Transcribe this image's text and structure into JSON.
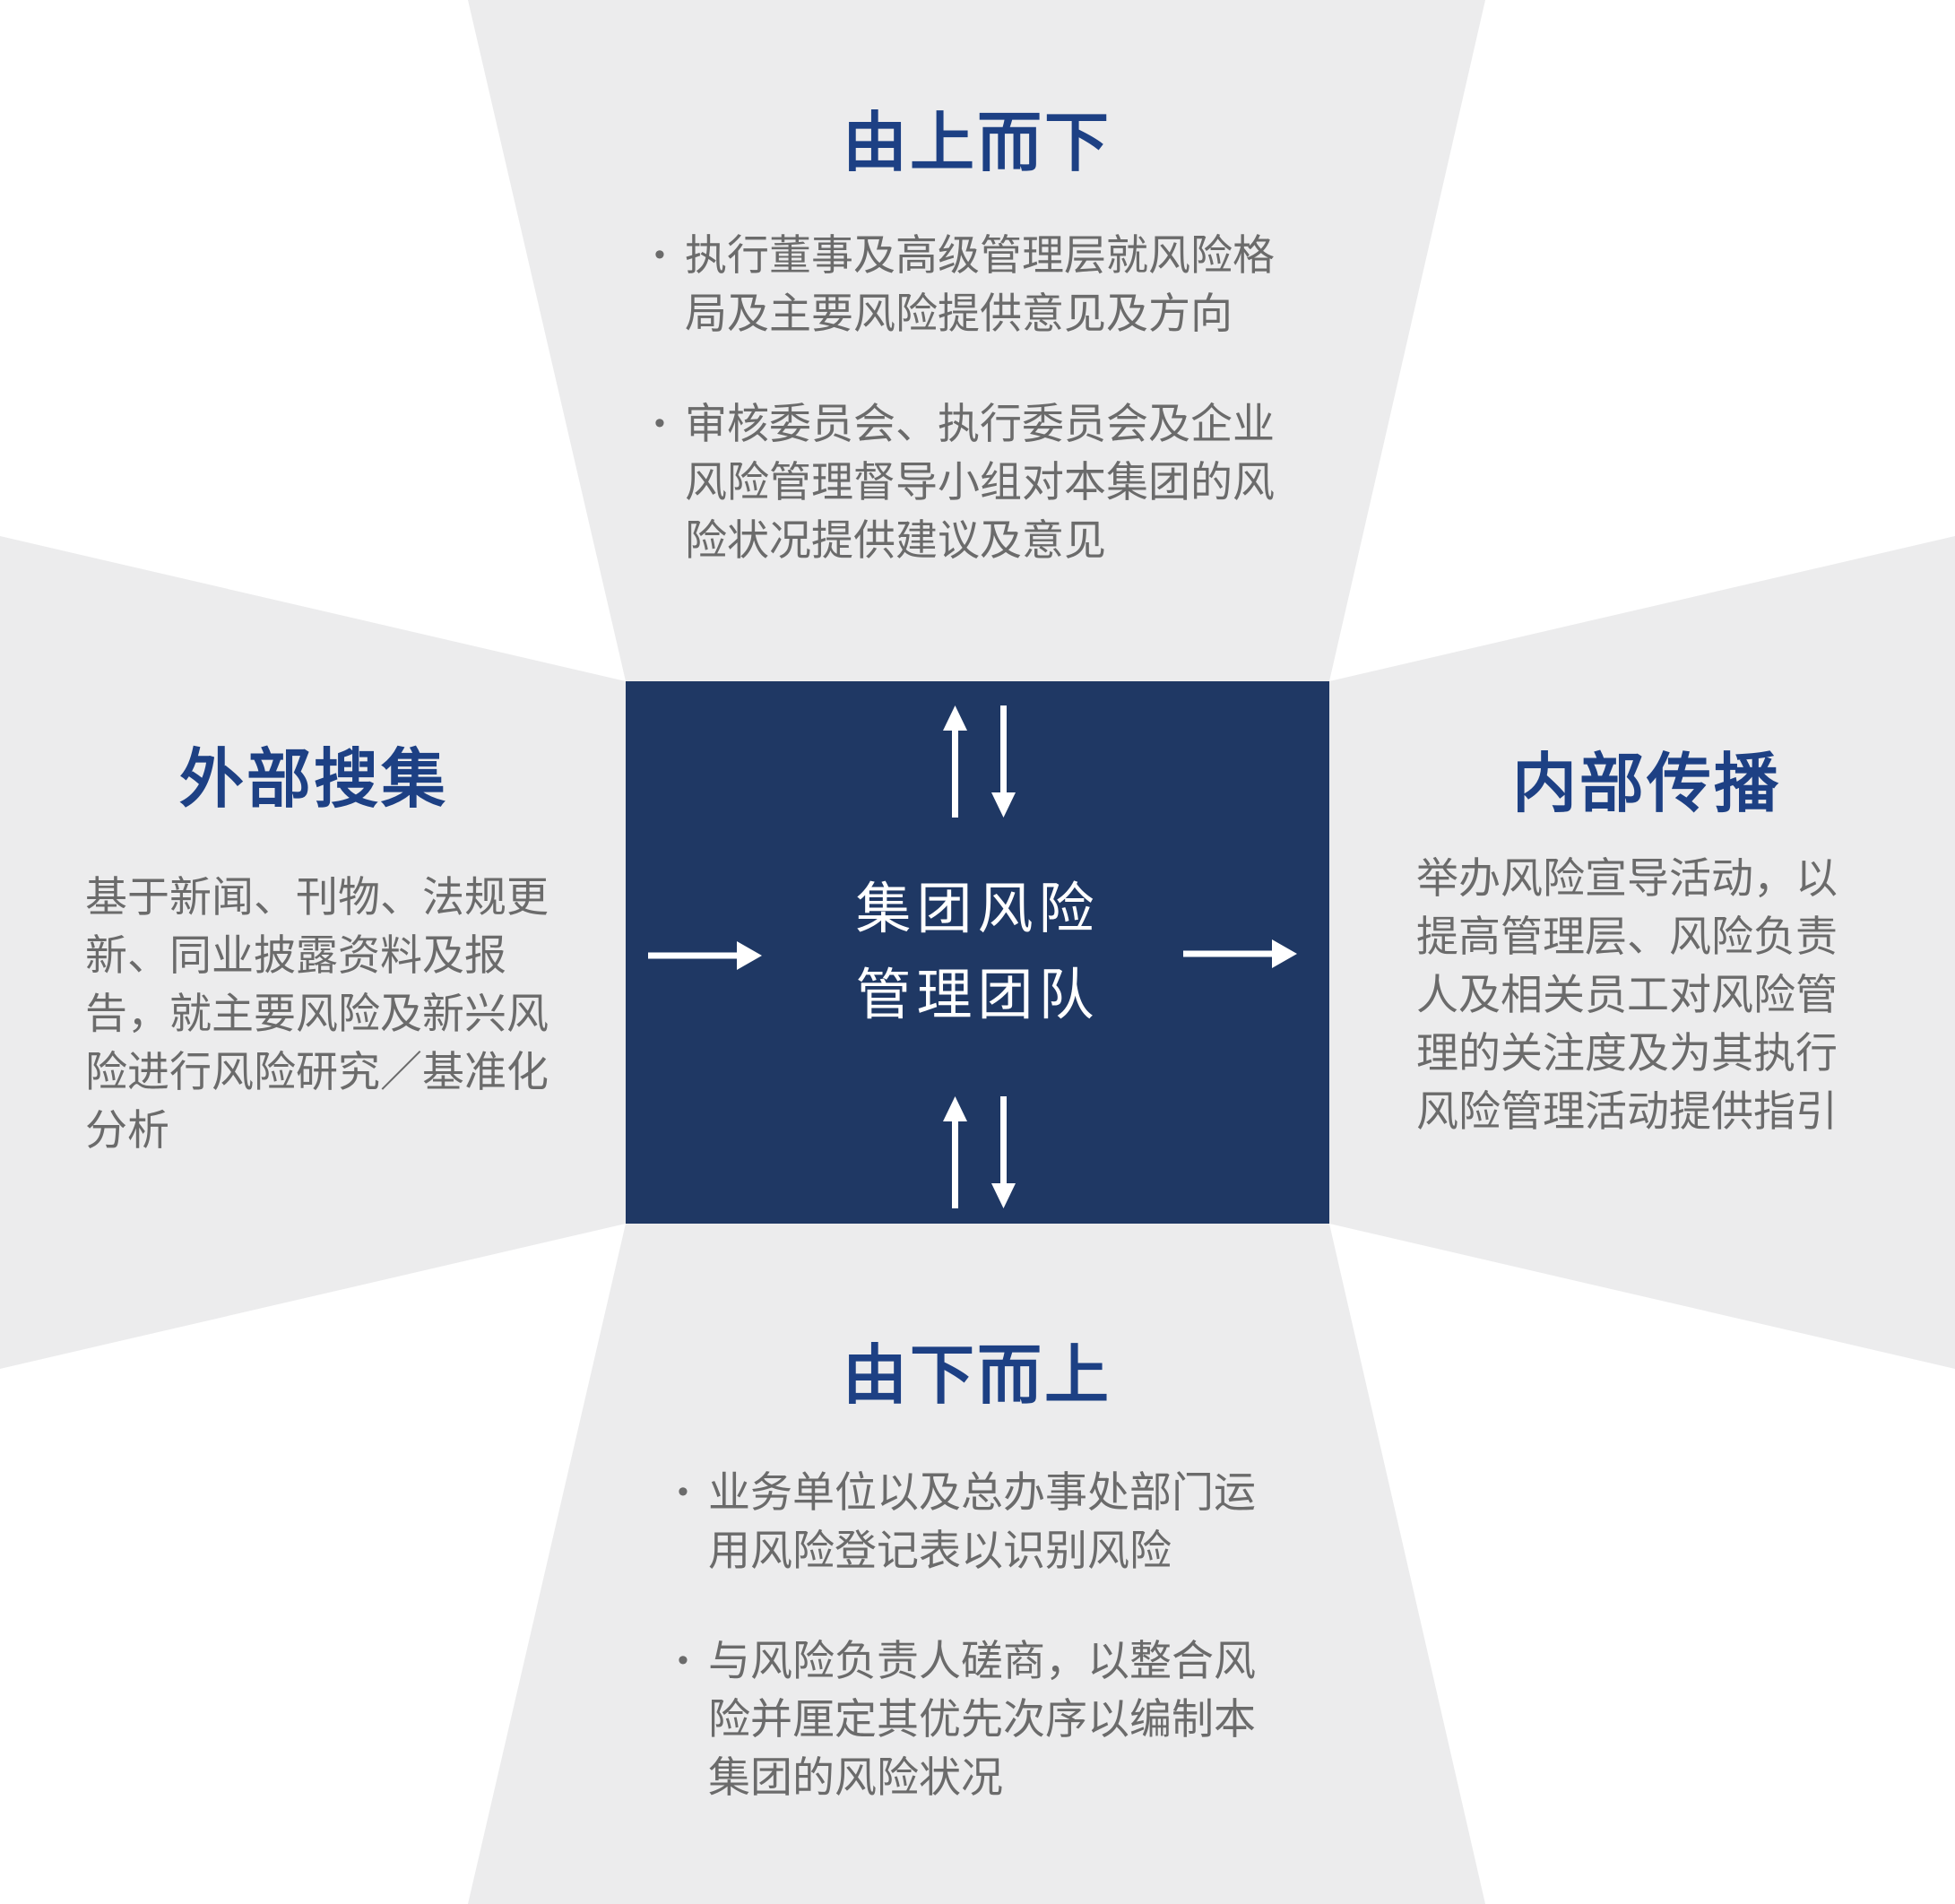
{
  "bullet_char": "•",
  "colors": {
    "panel_gray": "#ECECED",
    "box_navy": "#1F3864",
    "title_blue": "#1D4084",
    "body_gray": "#6B6B6B",
    "arrow_white": "#FFFFFF"
  },
  "center": {
    "lines": [
      "集团风险",
      "管理团队"
    ]
  },
  "sections": {
    "top": {
      "title": "由上而下",
      "bullets": [
        {
          "lines": [
            "执行董事及高级管理层就风险格",
            "局及主要风险提供意见及方向"
          ]
        },
        {
          "lines": [
            "审核委员会、执行委员会及企业",
            "风险管理督导小组对本集团的风",
            "险状况提供建议及意见"
          ]
        }
      ]
    },
    "left": {
      "title": "外部搜集",
      "lines": [
        "基于新闻、刊物、法规更",
        "新、同业披露资料及报",
        "告，就主要风险及新兴风",
        "险进行风险研究／基准化",
        "分析"
      ]
    },
    "right": {
      "title": "内部传播",
      "lines": [
        "举办风险宣导活动，以",
        "提高管理层、风险负责",
        "人及相关员工对风险管",
        "理的关注度及为其执行",
        "风险管理活动提供指引"
      ]
    },
    "bottom": {
      "title": "由下而上",
      "bullets": [
        {
          "lines": [
            "业务单位以及总办事处部门运",
            "用风险登记表以识别风险"
          ]
        },
        {
          "lines": [
            "与风险负责人磋商，以整合风",
            "险并厘定其优先次序以编制本",
            "集团的风险状况"
          ]
        }
      ]
    }
  }
}
